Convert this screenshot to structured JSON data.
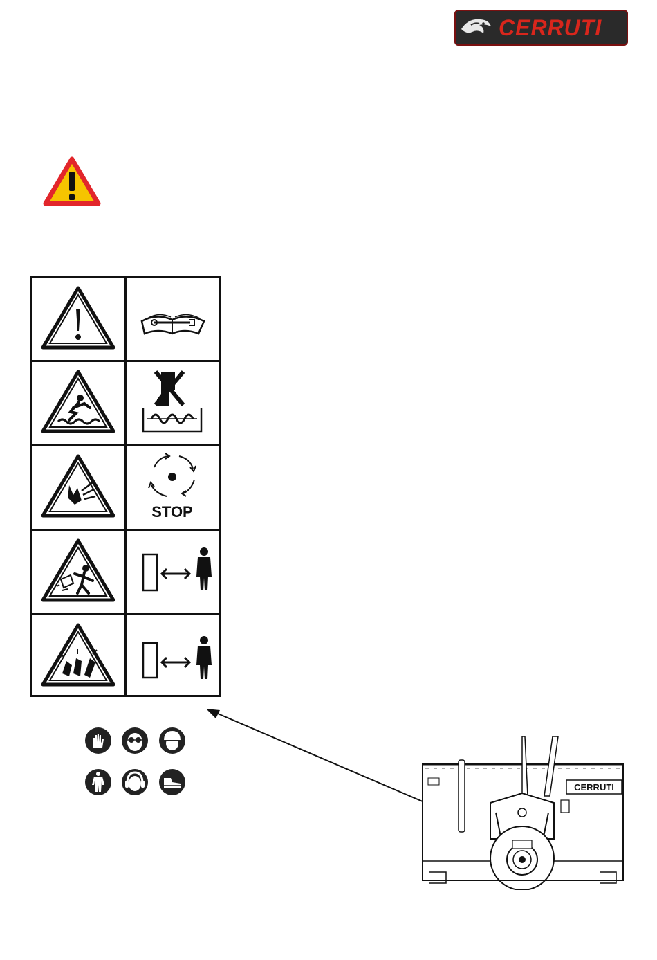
{
  "logo": {
    "brand": "CERRUTI"
  },
  "signs": {
    "rows": [
      {
        "hazard": "general-warning-triangle-icon",
        "instruction": "read-manual-book-icon"
      },
      {
        "hazard": "entanglement-fall-triangle-icon",
        "instruction": "no-hands-in-auger-icon"
      },
      {
        "hazard": "hand-cutting-triangle-icon",
        "instruction": "wait-rotation-stop-icon",
        "instruction_text": "STOP"
      },
      {
        "hazard": "projectile-hazard-triangle-icon",
        "instruction": "keep-safe-distance-icon"
      },
      {
        "hazard": "flying-debris-triangle-icon",
        "instruction": "keep-safe-distance-icon"
      }
    ]
  },
  "ppe": [
    "gloves-icon",
    "goggles-icon",
    "helmet-icon",
    "overalls-icon",
    "ear-protection-icon",
    "safety-shoes-icon"
  ],
  "machine": {
    "label": "CERRUTI"
  },
  "colors": {
    "brand_red": "#d9261c",
    "warning_yellow": "#f6c400",
    "warning_red": "#e2262b"
  }
}
